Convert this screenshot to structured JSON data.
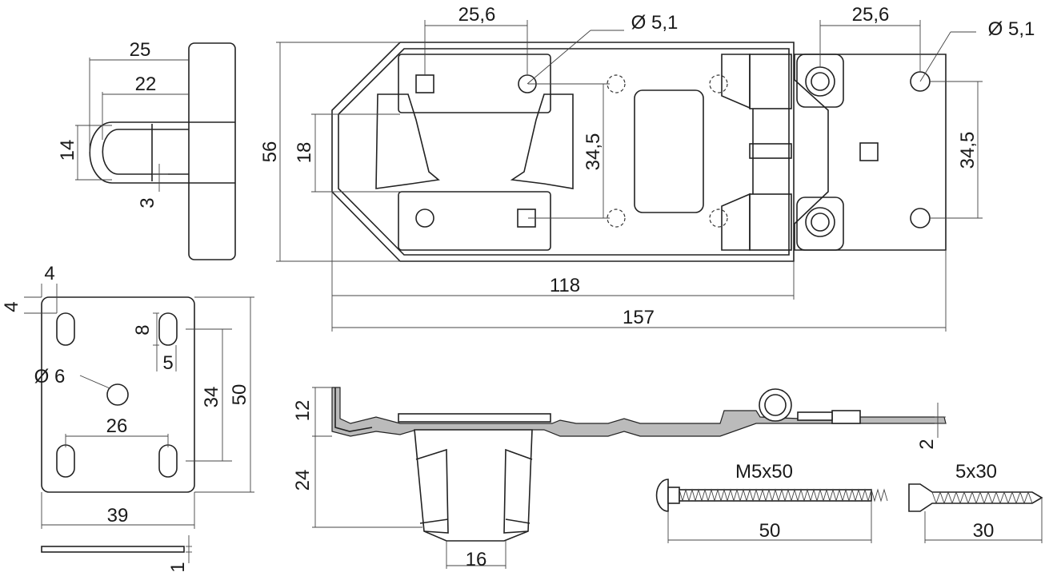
{
  "staple_view": {
    "width_outer": "25",
    "width_inner": "22",
    "height": "14",
    "thickness": "3"
  },
  "staple_plate": {
    "slot_offset_x": "4",
    "slot_offset_y": "4",
    "slot_length": "8",
    "slot_width": "5",
    "center_hole": "Ø 6",
    "hole_spacing_x": "26",
    "hole_spacing_y": "34",
    "height": "50",
    "width": "39",
    "thickness": "1"
  },
  "hasp_top": {
    "hole_spacing_left": "25,6",
    "hole_diameter_left": "Ø 5,1",
    "hole_spacing_right": "25,6",
    "hole_diameter_right": "Ø 5,1",
    "height": "56",
    "slot_height": "18",
    "vertical_spacing_left": "34,5",
    "vertical_spacing_right": "34,5",
    "length_hasp": "118",
    "length_total": "157"
  },
  "hasp_side": {
    "height_plate": "12",
    "height_staple": "24",
    "staple_width": "16",
    "thickness": "2"
  },
  "screws": {
    "carriage_label": "M5x50",
    "carriage_length": "50",
    "wood_label": "5x30",
    "wood_length": "30"
  }
}
